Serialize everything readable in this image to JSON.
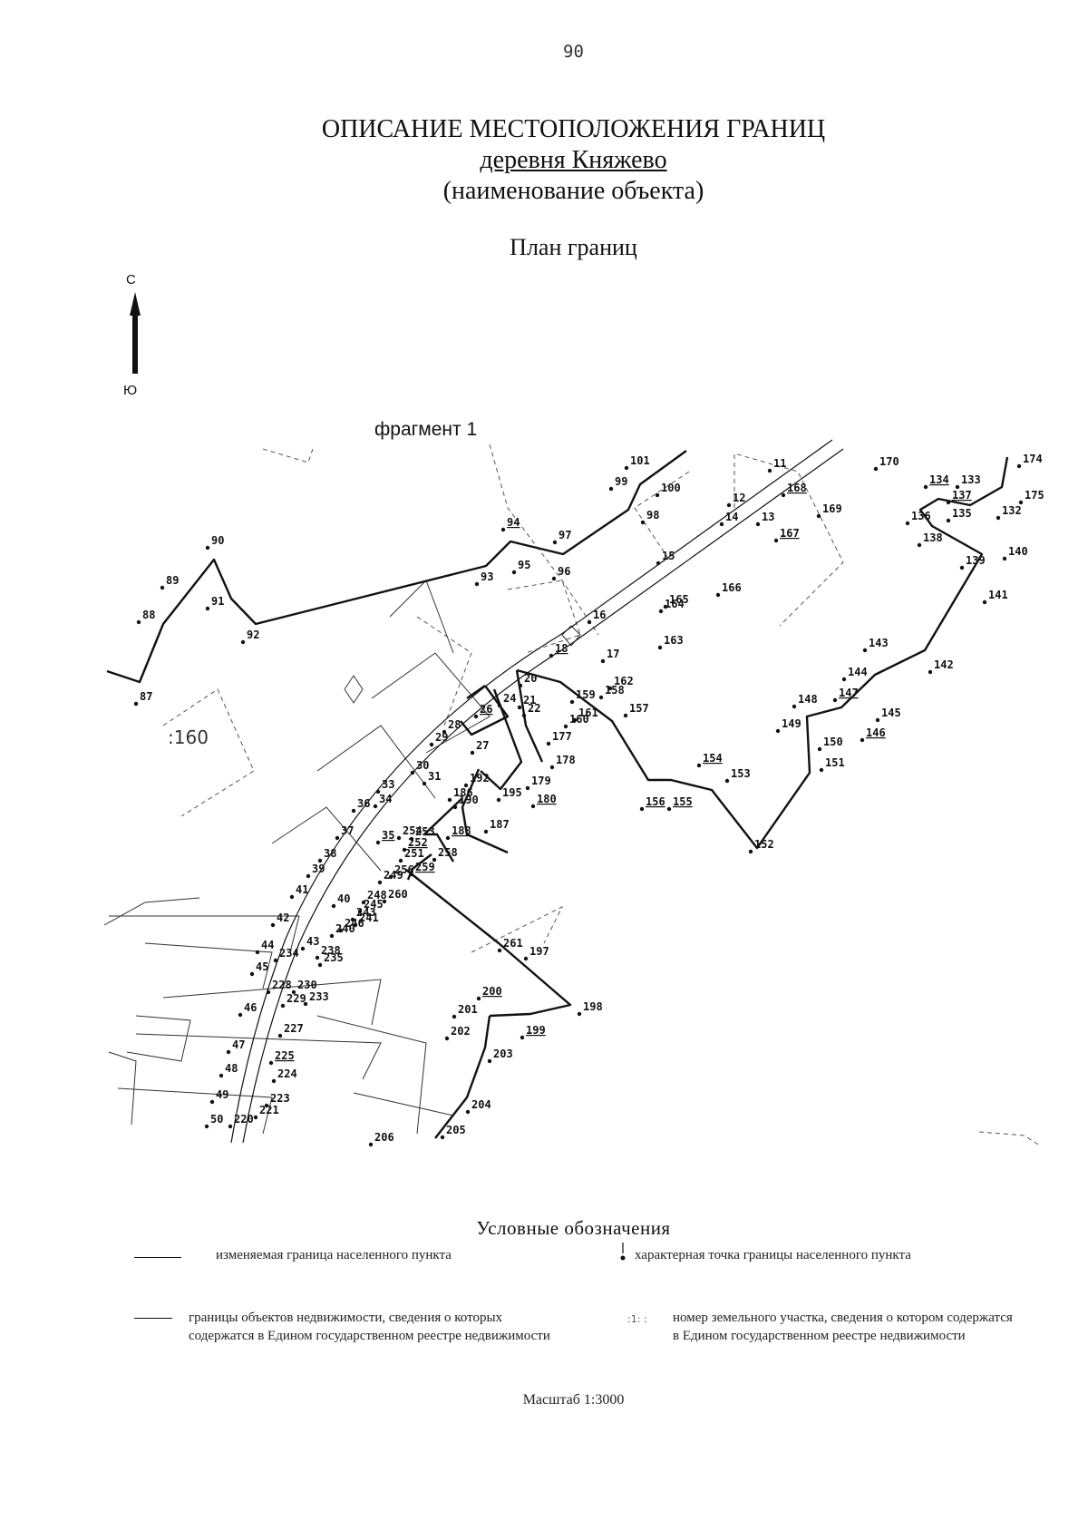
{
  "page_number": "90",
  "header": {
    "title": "ОПИСАНИЕ МЕСТОПОЛОЖЕНИЯ ГРАНИЦ",
    "object_name": "деревня Княжево",
    "object_caption": "(наименование объекта)"
  },
  "plan_title": "План границ",
  "compass": {
    "north": "С",
    "south": "Ю"
  },
  "fragment_label": "фрагмент 1",
  "map": {
    "parcel_number": ":160",
    "points": [
      {
        "id": "174"
      },
      {
        "id": "175"
      },
      {
        "id": "132"
      },
      {
        "id": "133"
      },
      {
        "id": "134"
      },
      {
        "id": "137"
      },
      {
        "id": "135"
      },
      {
        "id": "136"
      },
      {
        "id": "138"
      },
      {
        "id": "139"
      },
      {
        "id": "140"
      },
      {
        "id": "141"
      },
      {
        "id": "142"
      },
      {
        "id": "143"
      },
      {
        "id": "144"
      },
      {
        "id": "147"
      },
      {
        "id": "145"
      },
      {
        "id": "146"
      },
      {
        "id": "148"
      },
      {
        "id": "149"
      },
      {
        "id": "150"
      },
      {
        "id": "151"
      },
      {
        "id": "152"
      },
      {
        "id": "153"
      },
      {
        "id": "154"
      },
      {
        "id": "155"
      },
      {
        "id": "156"
      },
      {
        "id": "157"
      },
      {
        "id": "161"
      },
      {
        "id": "160"
      },
      {
        "id": "159"
      },
      {
        "id": "158"
      },
      {
        "id": "162"
      },
      {
        "id": "163"
      },
      {
        "id": "164"
      },
      {
        "id": "165"
      },
      {
        "id": "166"
      },
      {
        "id": "167"
      },
      {
        "id": "168"
      },
      {
        "id": "169"
      },
      {
        "id": "170"
      },
      {
        "id": "11"
      },
      {
        "id": "12"
      },
      {
        "id": "13"
      },
      {
        "id": "14"
      },
      {
        "id": "15"
      },
      {
        "id": "16"
      },
      {
        "id": "17"
      },
      {
        "id": "18"
      },
      {
        "id": "20"
      },
      {
        "id": "21"
      },
      {
        "id": "22"
      },
      {
        "id": "24"
      },
      {
        "id": "26"
      },
      {
        "id": "27"
      },
      {
        "id": "28"
      },
      {
        "id": "29"
      },
      {
        "id": "30"
      },
      {
        "id": "31"
      },
      {
        "id": "33"
      },
      {
        "id": "34"
      },
      {
        "id": "35"
      },
      {
        "id": "36"
      },
      {
        "id": "37"
      },
      {
        "id": "38"
      },
      {
        "id": "39"
      },
      {
        "id": "40"
      },
      {
        "id": "41"
      },
      {
        "id": "42"
      },
      {
        "id": "43"
      },
      {
        "id": "44"
      },
      {
        "id": "45"
      },
      {
        "id": "46"
      },
      {
        "id": "47"
      },
      {
        "id": "48"
      },
      {
        "id": "49"
      },
      {
        "id": "50"
      },
      {
        "id": "87"
      },
      {
        "id": "88"
      },
      {
        "id": "89"
      },
      {
        "id": "90"
      },
      {
        "id": "91"
      },
      {
        "id": "92"
      },
      {
        "id": "93"
      },
      {
        "id": "94"
      },
      {
        "id": "95"
      },
      {
        "id": "96"
      },
      {
        "id": "97"
      },
      {
        "id": "98"
      },
      {
        "id": "99"
      },
      {
        "id": "100"
      },
      {
        "id": "101"
      },
      {
        "id": "177"
      },
      {
        "id": "178"
      },
      {
        "id": "179"
      },
      {
        "id": "180"
      },
      {
        "id": "186"
      },
      {
        "id": "187"
      },
      {
        "id": "188"
      },
      {
        "id": "190"
      },
      {
        "id": "192"
      },
      {
        "id": "195"
      },
      {
        "id": "197"
      },
      {
        "id": "198"
      },
      {
        "id": "199"
      },
      {
        "id": "200"
      },
      {
        "id": "201"
      },
      {
        "id": "202"
      },
      {
        "id": "203"
      },
      {
        "id": "204"
      },
      {
        "id": "205"
      },
      {
        "id": "206"
      },
      {
        "id": "220"
      },
      {
        "id": "221"
      },
      {
        "id": "223"
      },
      {
        "id": "224"
      },
      {
        "id": "225"
      },
      {
        "id": "227"
      },
      {
        "id": "228"
      },
      {
        "id": "229"
      },
      {
        "id": "230"
      },
      {
        "id": "233"
      },
      {
        "id": "234"
      },
      {
        "id": "235"
      },
      {
        "id": "238"
      },
      {
        "id": "240"
      },
      {
        "id": "241"
      },
      {
        "id": "243"
      },
      {
        "id": "245"
      },
      {
        "id": "246"
      },
      {
        "id": "248"
      },
      {
        "id": "249"
      },
      {
        "id": "251"
      },
      {
        "id": "252"
      },
      {
        "id": "253"
      },
      {
        "id": "254"
      },
      {
        "id": "256"
      },
      {
        "id": "258"
      },
      {
        "id": "259"
      },
      {
        "id": "260"
      },
      {
        "id": "261"
      }
    ]
  },
  "legend": {
    "title": "Условные обозначения",
    "items": [
      {
        "text": "изменяемая граница населенного пункта"
      },
      {
        "text": "характерная точка границы населенного пункта"
      },
      {
        "text": "границы объектов недвижимости, сведения о которых содержатся в Едином государственном реестре недвижимости"
      },
      {
        "text": "номер земельного участка, сведения о котором содержатся в Едином государственном реестре недвижимости"
      }
    ]
  },
  "scale": "Масштаб 1:3000"
}
